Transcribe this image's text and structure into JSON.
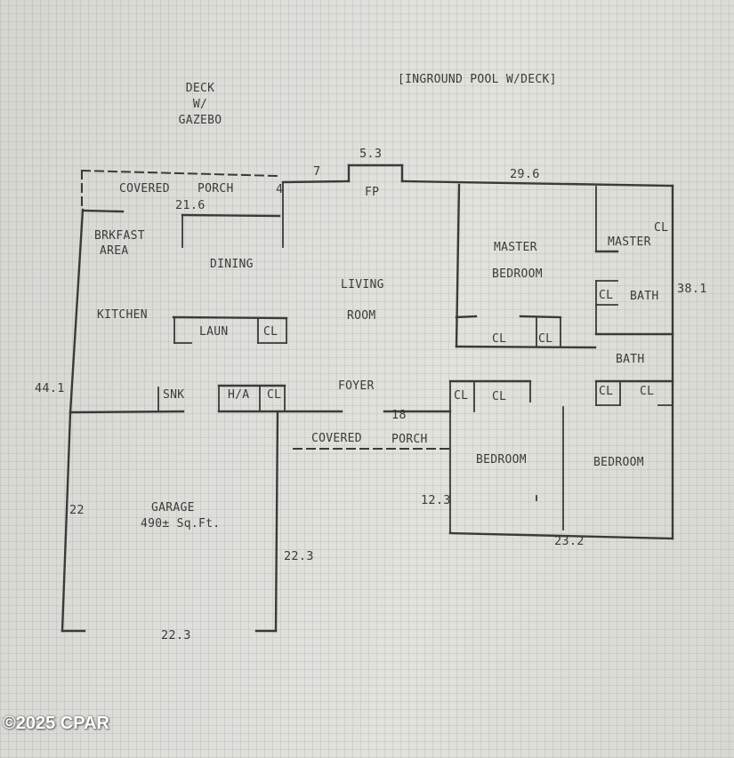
{
  "image": {
    "type": "floor-plan",
    "watermark": "©2025 CPAR"
  },
  "exterior": {
    "deck": [
      "DECK",
      "W/",
      "GAZEBO"
    ],
    "pool": "[INGROUND POOL W/DECK]"
  },
  "rooms": {
    "covered_porch_rear": [
      "COVERED",
      "PORCH"
    ],
    "breakfast_area": [
      "BRKFAST",
      "AREA"
    ],
    "dining": "DINING",
    "living_room": [
      "LIVING",
      "ROOM"
    ],
    "kitchen": "KITCHEN",
    "laundry": "LAUN",
    "laundry_closet": "CL",
    "fireplace": "FP",
    "master_bedroom": [
      "MASTER",
      "BEDROOM"
    ],
    "master_bath": [
      "MASTER",
      "BATH"
    ],
    "master_bath_closet_1": "CL",
    "master_bath_closet_2": "CL",
    "master_closet_1": "CL",
    "master_closet_2": "CL",
    "hall_bath": "BATH",
    "hall_closet_1": "CL",
    "hall_closet_2": "CL",
    "foyer": "FOYER",
    "foyer_closet_1": "CL",
    "foyer_closet_2": "CL",
    "snack": "SNK",
    "ha": "H/A",
    "ha_closet": "CL",
    "covered_porch_front": [
      "COVERED",
      "PORCH"
    ],
    "bedroom_1": "BEDROOM",
    "bedroom_2": "BEDROOM",
    "garage": [
      "GARAGE",
      "490± Sq.Ft."
    ]
  },
  "dimensions": {
    "rear_top_left": "7",
    "fireplace_width": "5.3",
    "rear_top_right": "29.6",
    "porch_depth": "4",
    "porch_width": "21.6",
    "right_side": "38.1",
    "left_side": "44.1",
    "front_porch": "18",
    "bedroom_depth": "12.3",
    "bedroom_width": "23.2",
    "garage_left": "22",
    "garage_right": "22.3",
    "garage_bottom": "22.3"
  }
}
